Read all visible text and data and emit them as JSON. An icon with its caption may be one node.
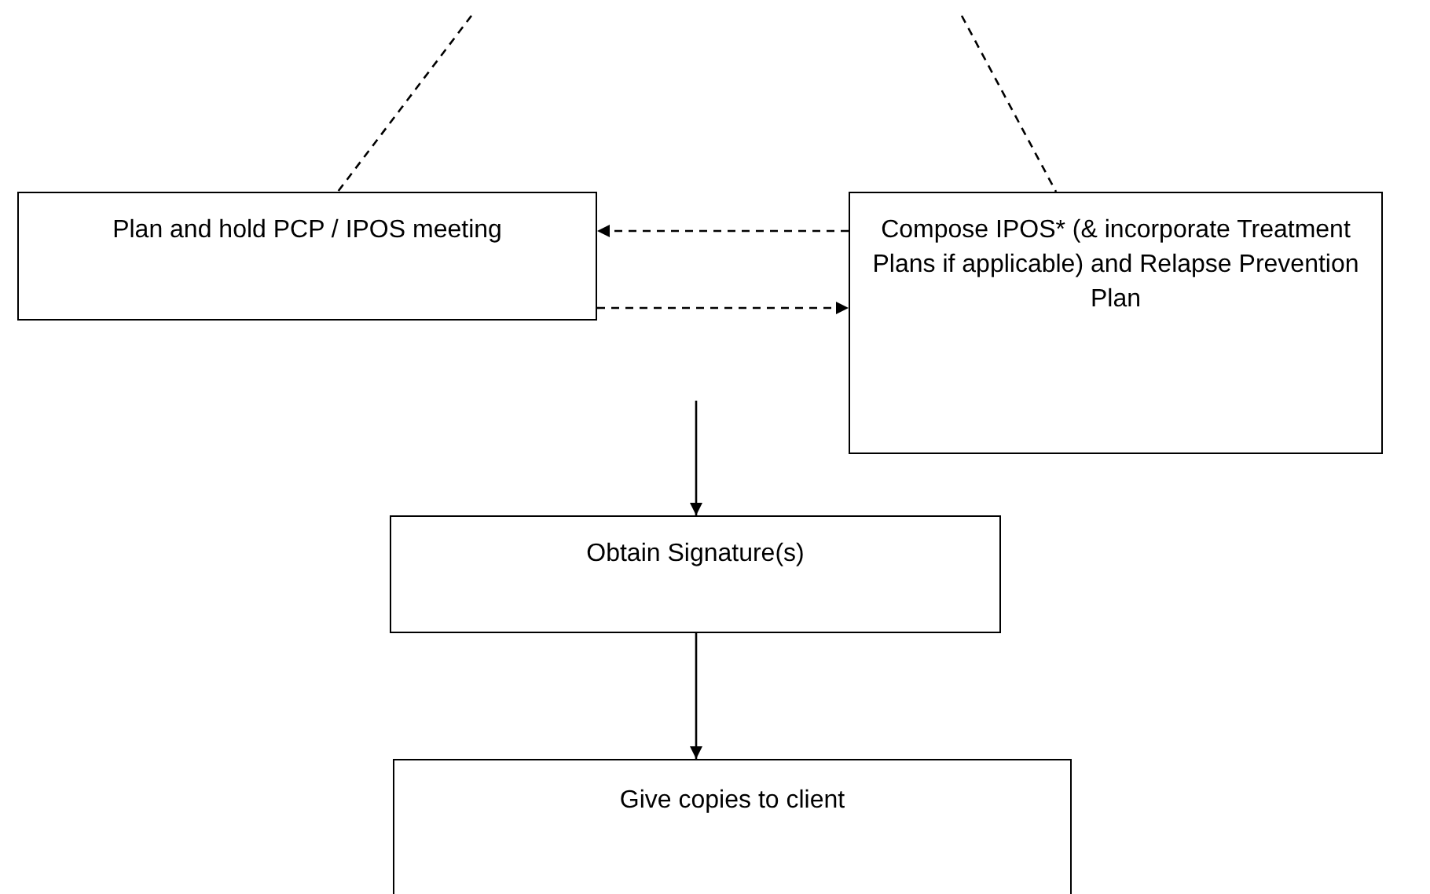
{
  "diagram": {
    "nodes": [
      {
        "text": [
          "Plan and hold PCP / IPOS meeting"
        ]
      },
      {
        "text": [
          "Compose IPOS* (& incorporate Treatment Plans if applicable) and Relapse Prevention Plan"
        ]
      },
      {
        "text": [
          "Obtain Signature(s)"
        ]
      },
      {
        "text": [
          "Give copies to client"
        ]
      }
    ],
    "edges": [
      {
        "from": null,
        "to": 0,
        "arrow": "none",
        "style": "dashed"
      },
      {
        "from": null,
        "to": 1,
        "arrow": "none",
        "style": "dashed"
      },
      {
        "from": 1,
        "to": 0,
        "arrow": "to",
        "style": "dashed"
      },
      {
        "from": 0,
        "to": 1,
        "arrow": "to",
        "style": "dashed"
      },
      {
        "from": null,
        "to": 2,
        "arrow": "to"
      },
      {
        "from": 2,
        "to": 3,
        "arrow": "to"
      }
    ]
  }
}
